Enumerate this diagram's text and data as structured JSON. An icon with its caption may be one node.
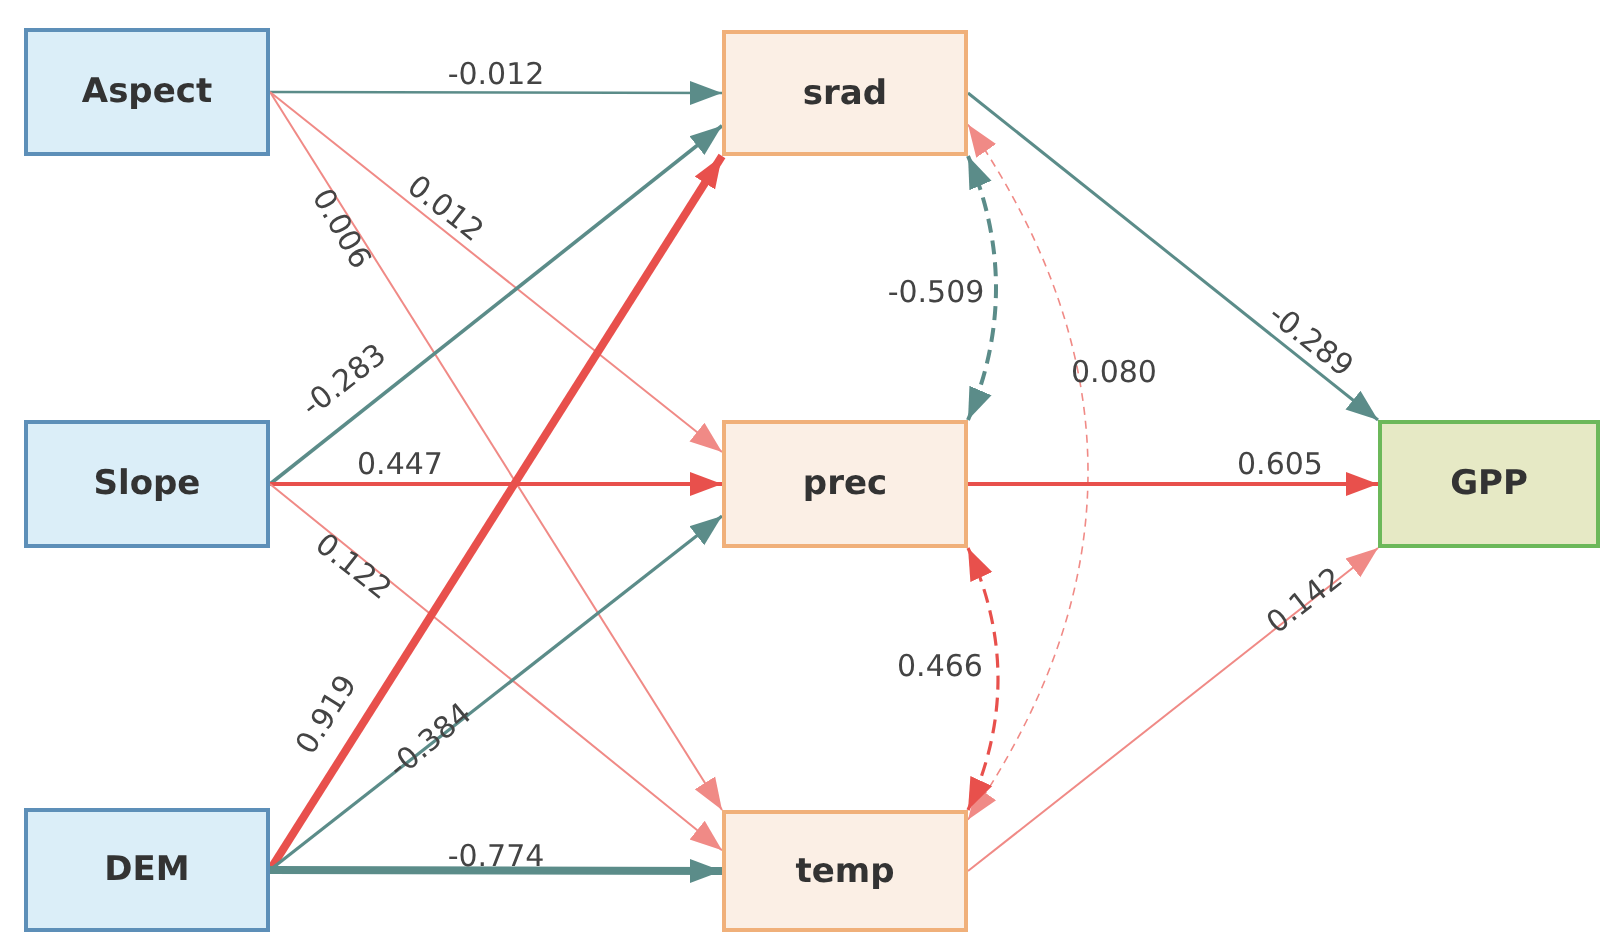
{
  "diagram": {
    "nodes": [
      {
        "text": [
          "Aspect"
        ]
      },
      {
        "text": [
          "Slope"
        ]
      },
      {
        "text": [
          "DEM"
        ]
      },
      {
        "text": [
          "srad"
        ]
      },
      {
        "text": [
          "prec"
        ]
      },
      {
        "text": [
          "temp"
        ]
      },
      {
        "text": [
          "GPP"
        ]
      }
    ],
    "edges": [
      {
        "from": 0,
        "to": 3,
        "arrow": "to",
        "label": "-0.012",
        "color": "#5b8c89"
      },
      {
        "from": 0,
        "to": 4,
        "arrow": "to",
        "label": "0.012",
        "color": "#f08a86"
      },
      {
        "from": 0,
        "to": 5,
        "arrow": "to",
        "label": "0.006",
        "color": "#f08a86"
      },
      {
        "from": 1,
        "to": 3,
        "arrow": "to",
        "label": "-0.283",
        "color": "#5b8c89"
      },
      {
        "from": 1,
        "to": 4,
        "arrow": "to",
        "label": "0.447",
        "color": "#e8504c"
      },
      {
        "from": 1,
        "to": 5,
        "arrow": "to",
        "label": "0.122",
        "color": "#f08a86"
      },
      {
        "from": 2,
        "to": 3,
        "arrow": "to",
        "label": "0.919",
        "style": "thick",
        "color": "#e8504c"
      },
      {
        "from": 2,
        "to": 4,
        "arrow": "to",
        "label": "-0.384",
        "color": "#5b8c89"
      },
      {
        "from": 2,
        "to": 5,
        "arrow": "to",
        "label": "-0.774",
        "style": "thick",
        "color": "#5b8c89"
      },
      {
        "from": 3,
        "to": 4,
        "arrow": "both",
        "label": "-0.509",
        "style": "dashed",
        "color": "#5b8c89"
      },
      {
        "from": 3,
        "to": 5,
        "arrow": "both",
        "label": "0.080",
        "style": "dashed",
        "color": "#f08a86"
      },
      {
        "from": 4,
        "to": 5,
        "arrow": "both",
        "label": "0.466",
        "style": "dashed",
        "color": "#e8504c"
      },
      {
        "from": 3,
        "to": 6,
        "arrow": "to",
        "label": "-0.289",
        "color": "#5b8c89"
      },
      {
        "from": 4,
        "to": 6,
        "arrow": "to",
        "label": "0.605",
        "color": "#e8504c"
      },
      {
        "from": 5,
        "to": 6,
        "arrow": "to",
        "label": "0.142",
        "color": "#f08a86"
      }
    ]
  }
}
